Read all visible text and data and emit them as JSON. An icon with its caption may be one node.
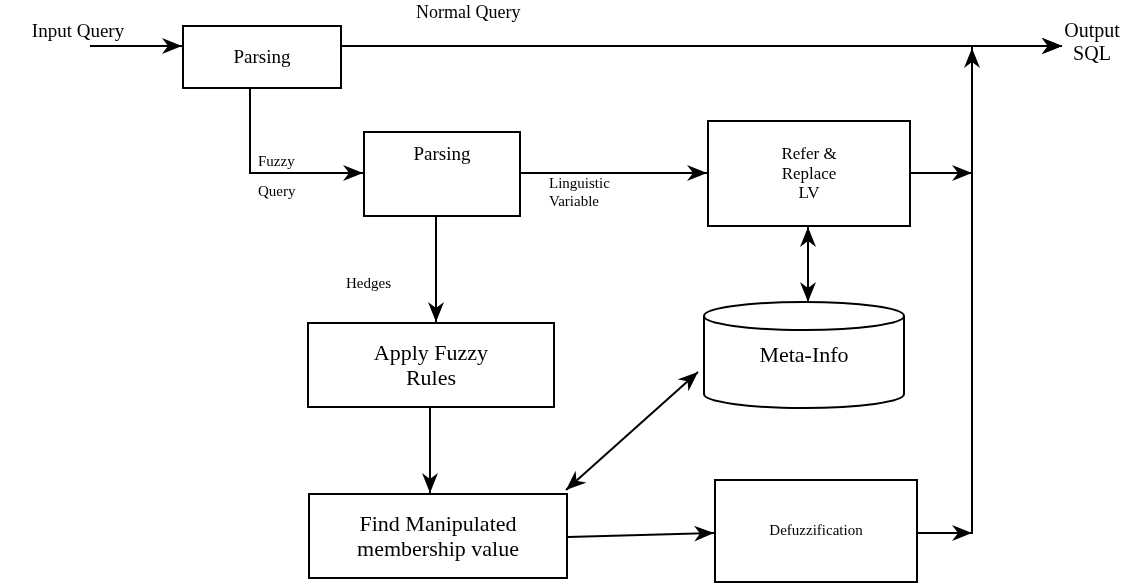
{
  "diagram": {
    "nodes": [
      {
        "text": [
          "Input Query"
        ]
      },
      {
        "text": [
          "Parsing"
        ]
      },
      {
        "text": [
          "Output SQL"
        ]
      },
      {
        "text": [
          "Parsing"
        ]
      },
      {
        "text": [
          "Refer & Replace LV"
        ]
      },
      {
        "text": [
          "Meta-Info"
        ]
      },
      {
        "text": [
          "Apply Fuzzy Rules"
        ]
      },
      {
        "text": [
          "Find Manipulated membership value"
        ]
      },
      {
        "text": [
          "Defuzzification"
        ]
      }
    ],
    "edges": [
      {
        "from": 0,
        "to": 1,
        "arrow": "to"
      },
      {
        "from": 1,
        "to": 2,
        "arrow": "to",
        "label": "Normal Query"
      },
      {
        "from": 1,
        "to": 3,
        "arrow": "to",
        "label": "Fuzzy Query"
      },
      {
        "from": 3,
        "to": 4,
        "arrow": "to",
        "label": "Linguistic Variable"
      },
      {
        "from": 3,
        "to": 6,
        "arrow": "to",
        "label": "Hedges"
      },
      {
        "from": 4,
        "to": 5,
        "arrow": "both"
      },
      {
        "from": 4,
        "to": 2,
        "arrow": "to"
      },
      {
        "from": 6,
        "to": 7,
        "arrow": "to"
      },
      {
        "from": 7,
        "to": 5,
        "arrow": "both"
      },
      {
        "from": 7,
        "to": 8,
        "arrow": "to"
      },
      {
        "from": 8,
        "to": 2,
        "arrow": "to"
      }
    ]
  }
}
